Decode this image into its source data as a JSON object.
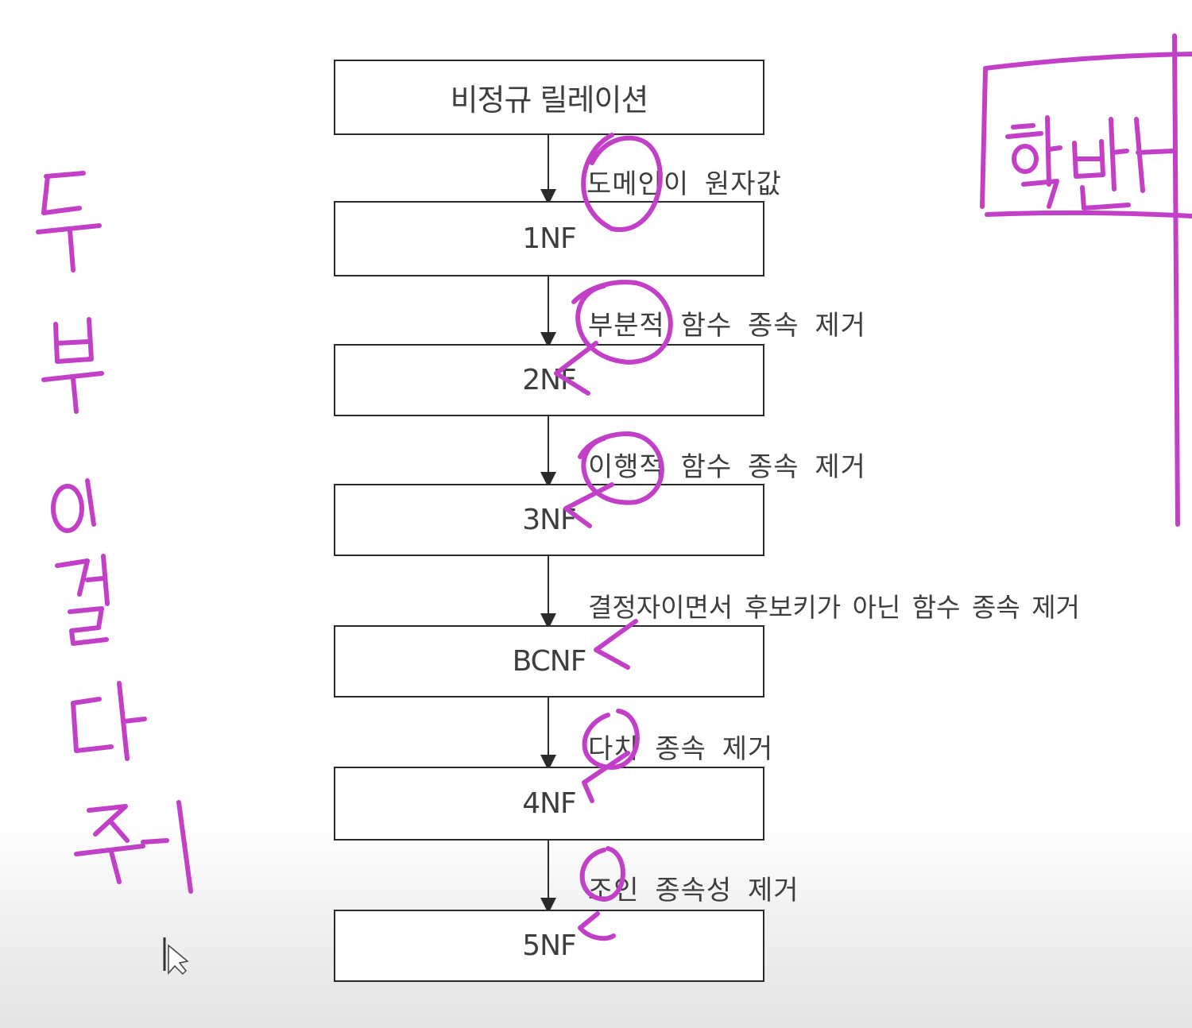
{
  "diagram": {
    "stages": [
      {
        "label": "비정규 릴레이션"
      },
      {
        "label": "1NF"
      },
      {
        "label": "2NF"
      },
      {
        "label": "3NF"
      },
      {
        "label": "BCNF"
      },
      {
        "label": "4NF"
      },
      {
        "label": "5NF"
      }
    ],
    "steps": [
      {
        "label": "도메인이 원자값"
      },
      {
        "label": "부분적 함수 종속 제거"
      },
      {
        "label": "이행적 함수 종속 제거"
      },
      {
        "label": "결정자이면서 후보키가 아닌 함수 종속 제거"
      },
      {
        "label": "다치 종속 제거"
      },
      {
        "label": "조인 종속성 제거"
      }
    ]
  },
  "annotations": {
    "left_handwriting": "두부이걸다줘",
    "right_handwriting": "학번",
    "ink_color": "#c23fc8"
  }
}
